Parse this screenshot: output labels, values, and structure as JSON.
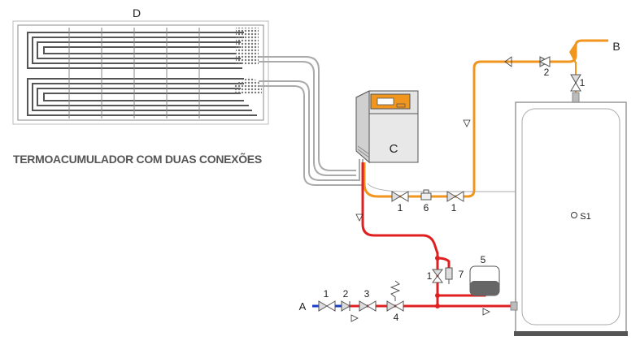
{
  "diagram": {
    "panel_label": "D",
    "caption": "TERMOACUMULADOR COM DUAS CONEXÕES",
    "controller_label": "C",
    "outlet_label": "B",
    "inlet_label": "A",
    "sensor_label": "S1",
    "component_numbers": {
      "hot_valve_2": "2",
      "hot_valve_1": "1",
      "ret_valve_1a": "1",
      "ret_flow_6": "6",
      "ret_valve_1b": "1",
      "safety_valve_1": "1",
      "drain_7": "7",
      "exp_vessel_5": "5",
      "cold_valve_1": "1",
      "cold_valve_2": "2",
      "cold_valve_3": "3",
      "cold_valve_4": "4"
    },
    "colors": {
      "hot_pipe": "#f0961e",
      "cold_pipe": "#e02020",
      "solar_pipe": "#aaaaaa",
      "supply_pipe": "#1a3cc8",
      "outline": "#333333"
    }
  }
}
